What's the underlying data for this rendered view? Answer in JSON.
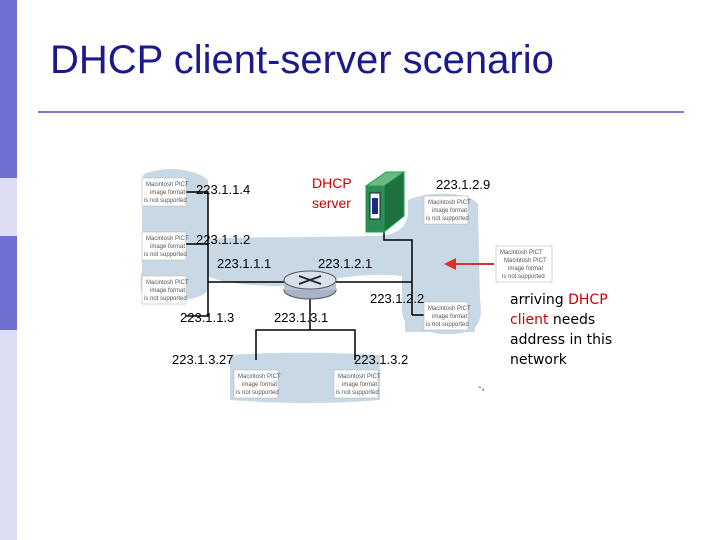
{
  "slide": {
    "title": "DHCP client-server scenario"
  },
  "colors": {
    "sidebar_dark": "#6f6fcf",
    "sidebar_light": "#dcdcf2",
    "title": "#1a1a8c",
    "rule": "#7b7bd0",
    "network_blob": "#c8d8e4",
    "arrow": "#d9302a",
    "server_body": "#2e8b57",
    "highlight": "#cc0000"
  },
  "diagram": {
    "server_label_line1": "DHCP",
    "server_label_line2": "server",
    "addresses": {
      "host_top_left": "223.1.1.4",
      "host_mid_left": "223.1.1.2",
      "router_if_left": "223.1.1.1",
      "router_if_right": "223.1.2.1",
      "server_addr": "223.1.2.9",
      "host_right": "223.1.2.2",
      "host_bottom_left": "223.1.1.3",
      "router_if_bottom": "223.1.3.1",
      "host_bottom_mid": "223.1.3.27",
      "host_bottom_right": "223.1.3.2"
    },
    "placeholder_image": {
      "line1": "Macintosh PICT",
      "line2": "image format",
      "line3": "is not supported"
    },
    "stray_mark": "-,"
  },
  "note": {
    "word_arriving": "arriving",
    "word_dhcp": "DHCP",
    "word_client": "client",
    "rest": "needs address in this network"
  }
}
